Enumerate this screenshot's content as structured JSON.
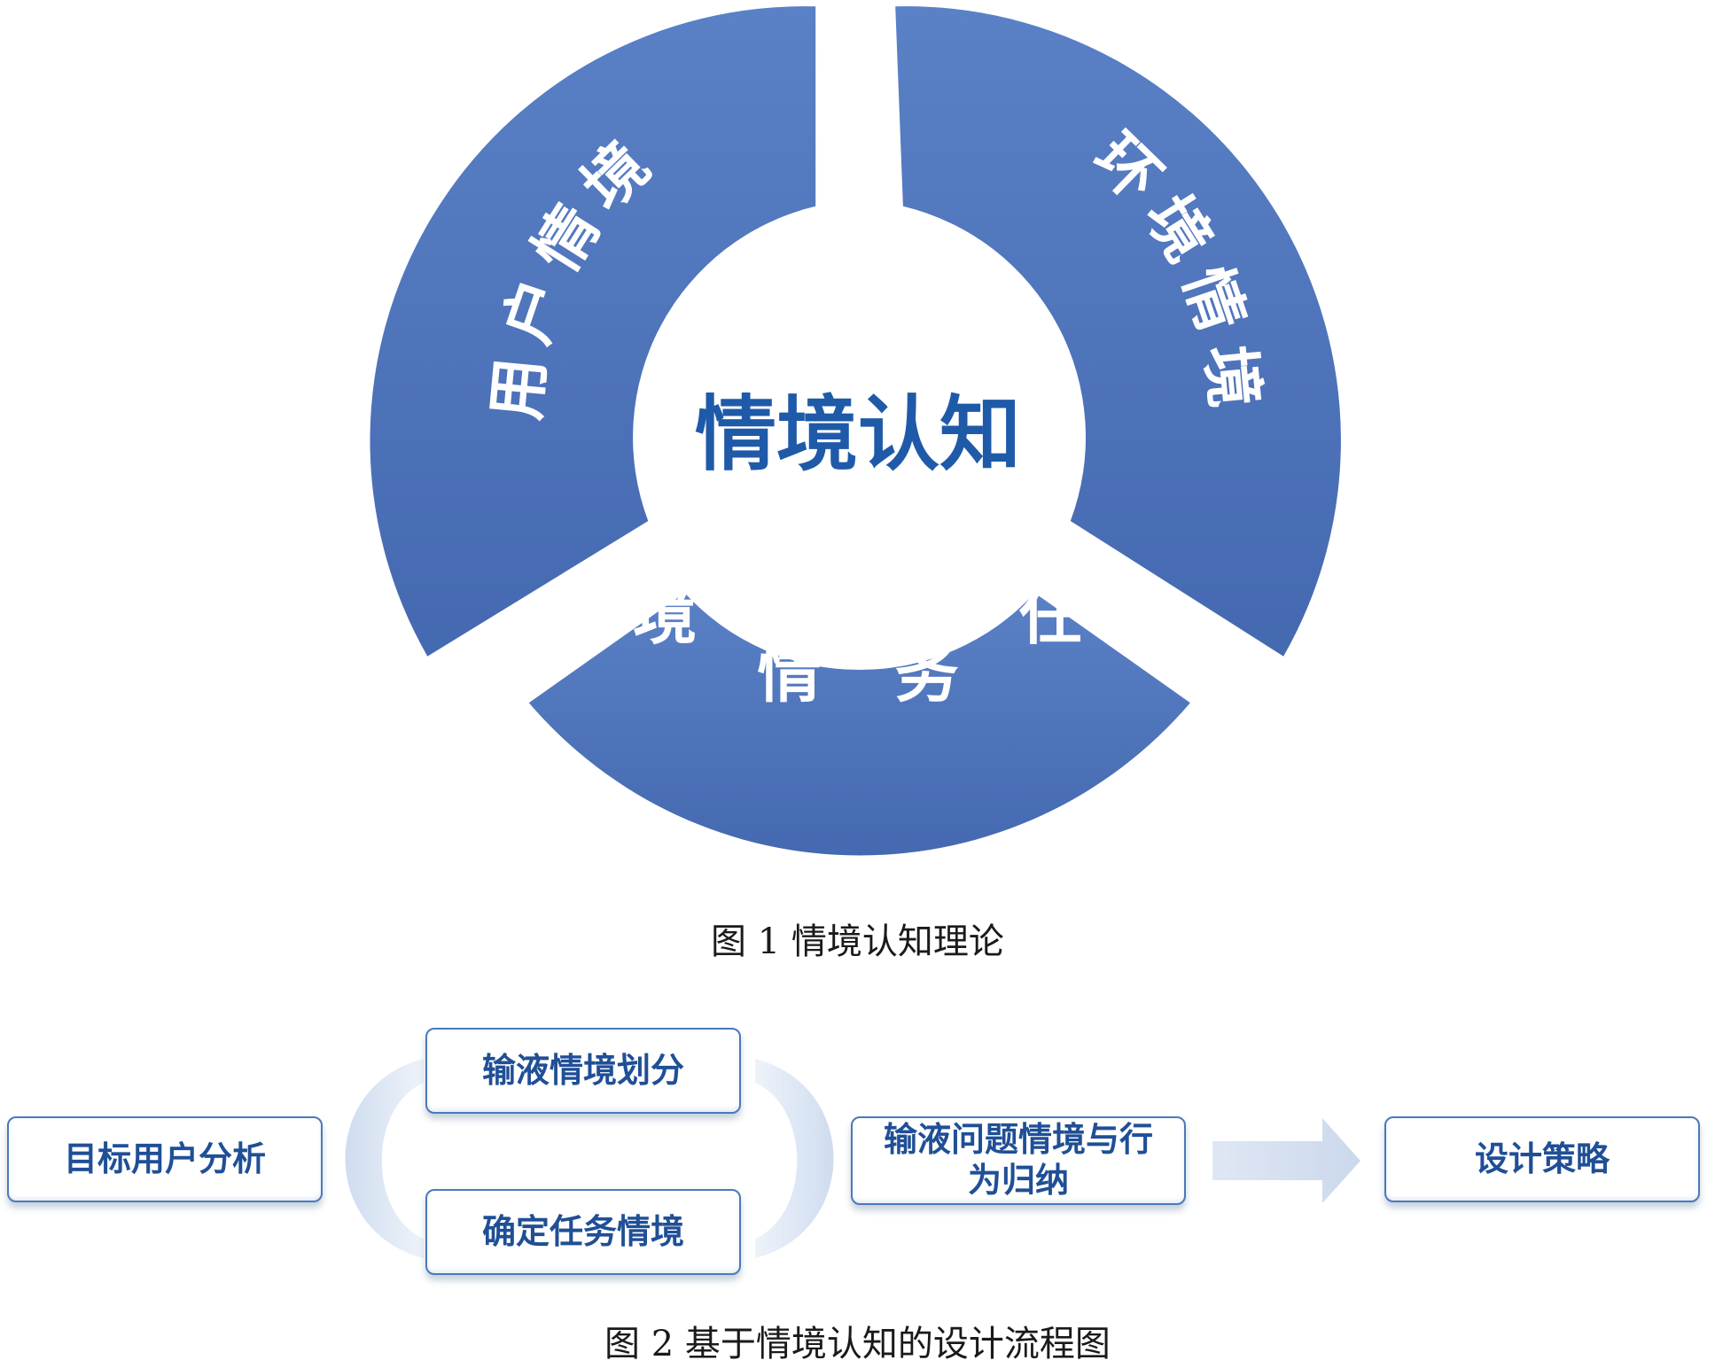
{
  "figure1": {
    "center_label": "情境认知",
    "segments": [
      {
        "label": "用户情境"
      },
      {
        "label": "环境情境"
      },
      {
        "label": "任务情境"
      }
    ],
    "caption": "图 1 情境认知理论"
  },
  "figure2": {
    "steps": {
      "target_user_analysis": "目标用户分析",
      "infusion_context_division": "输液情境划分",
      "determine_task_context": "确定任务情境",
      "problem_context_summary": "输液问题情境与行为归纳",
      "design_strategy": "设计策略"
    },
    "caption": "图 2 基于情境认知的设计流程图"
  },
  "colors": {
    "segment_fill": "#5478be",
    "segment_fill_dark": "#3f63a8",
    "center_text": "#1f5aa8",
    "box_text": "#1f4f96",
    "box_border": "#4a7ab8",
    "connector": "#dde6f4"
  }
}
